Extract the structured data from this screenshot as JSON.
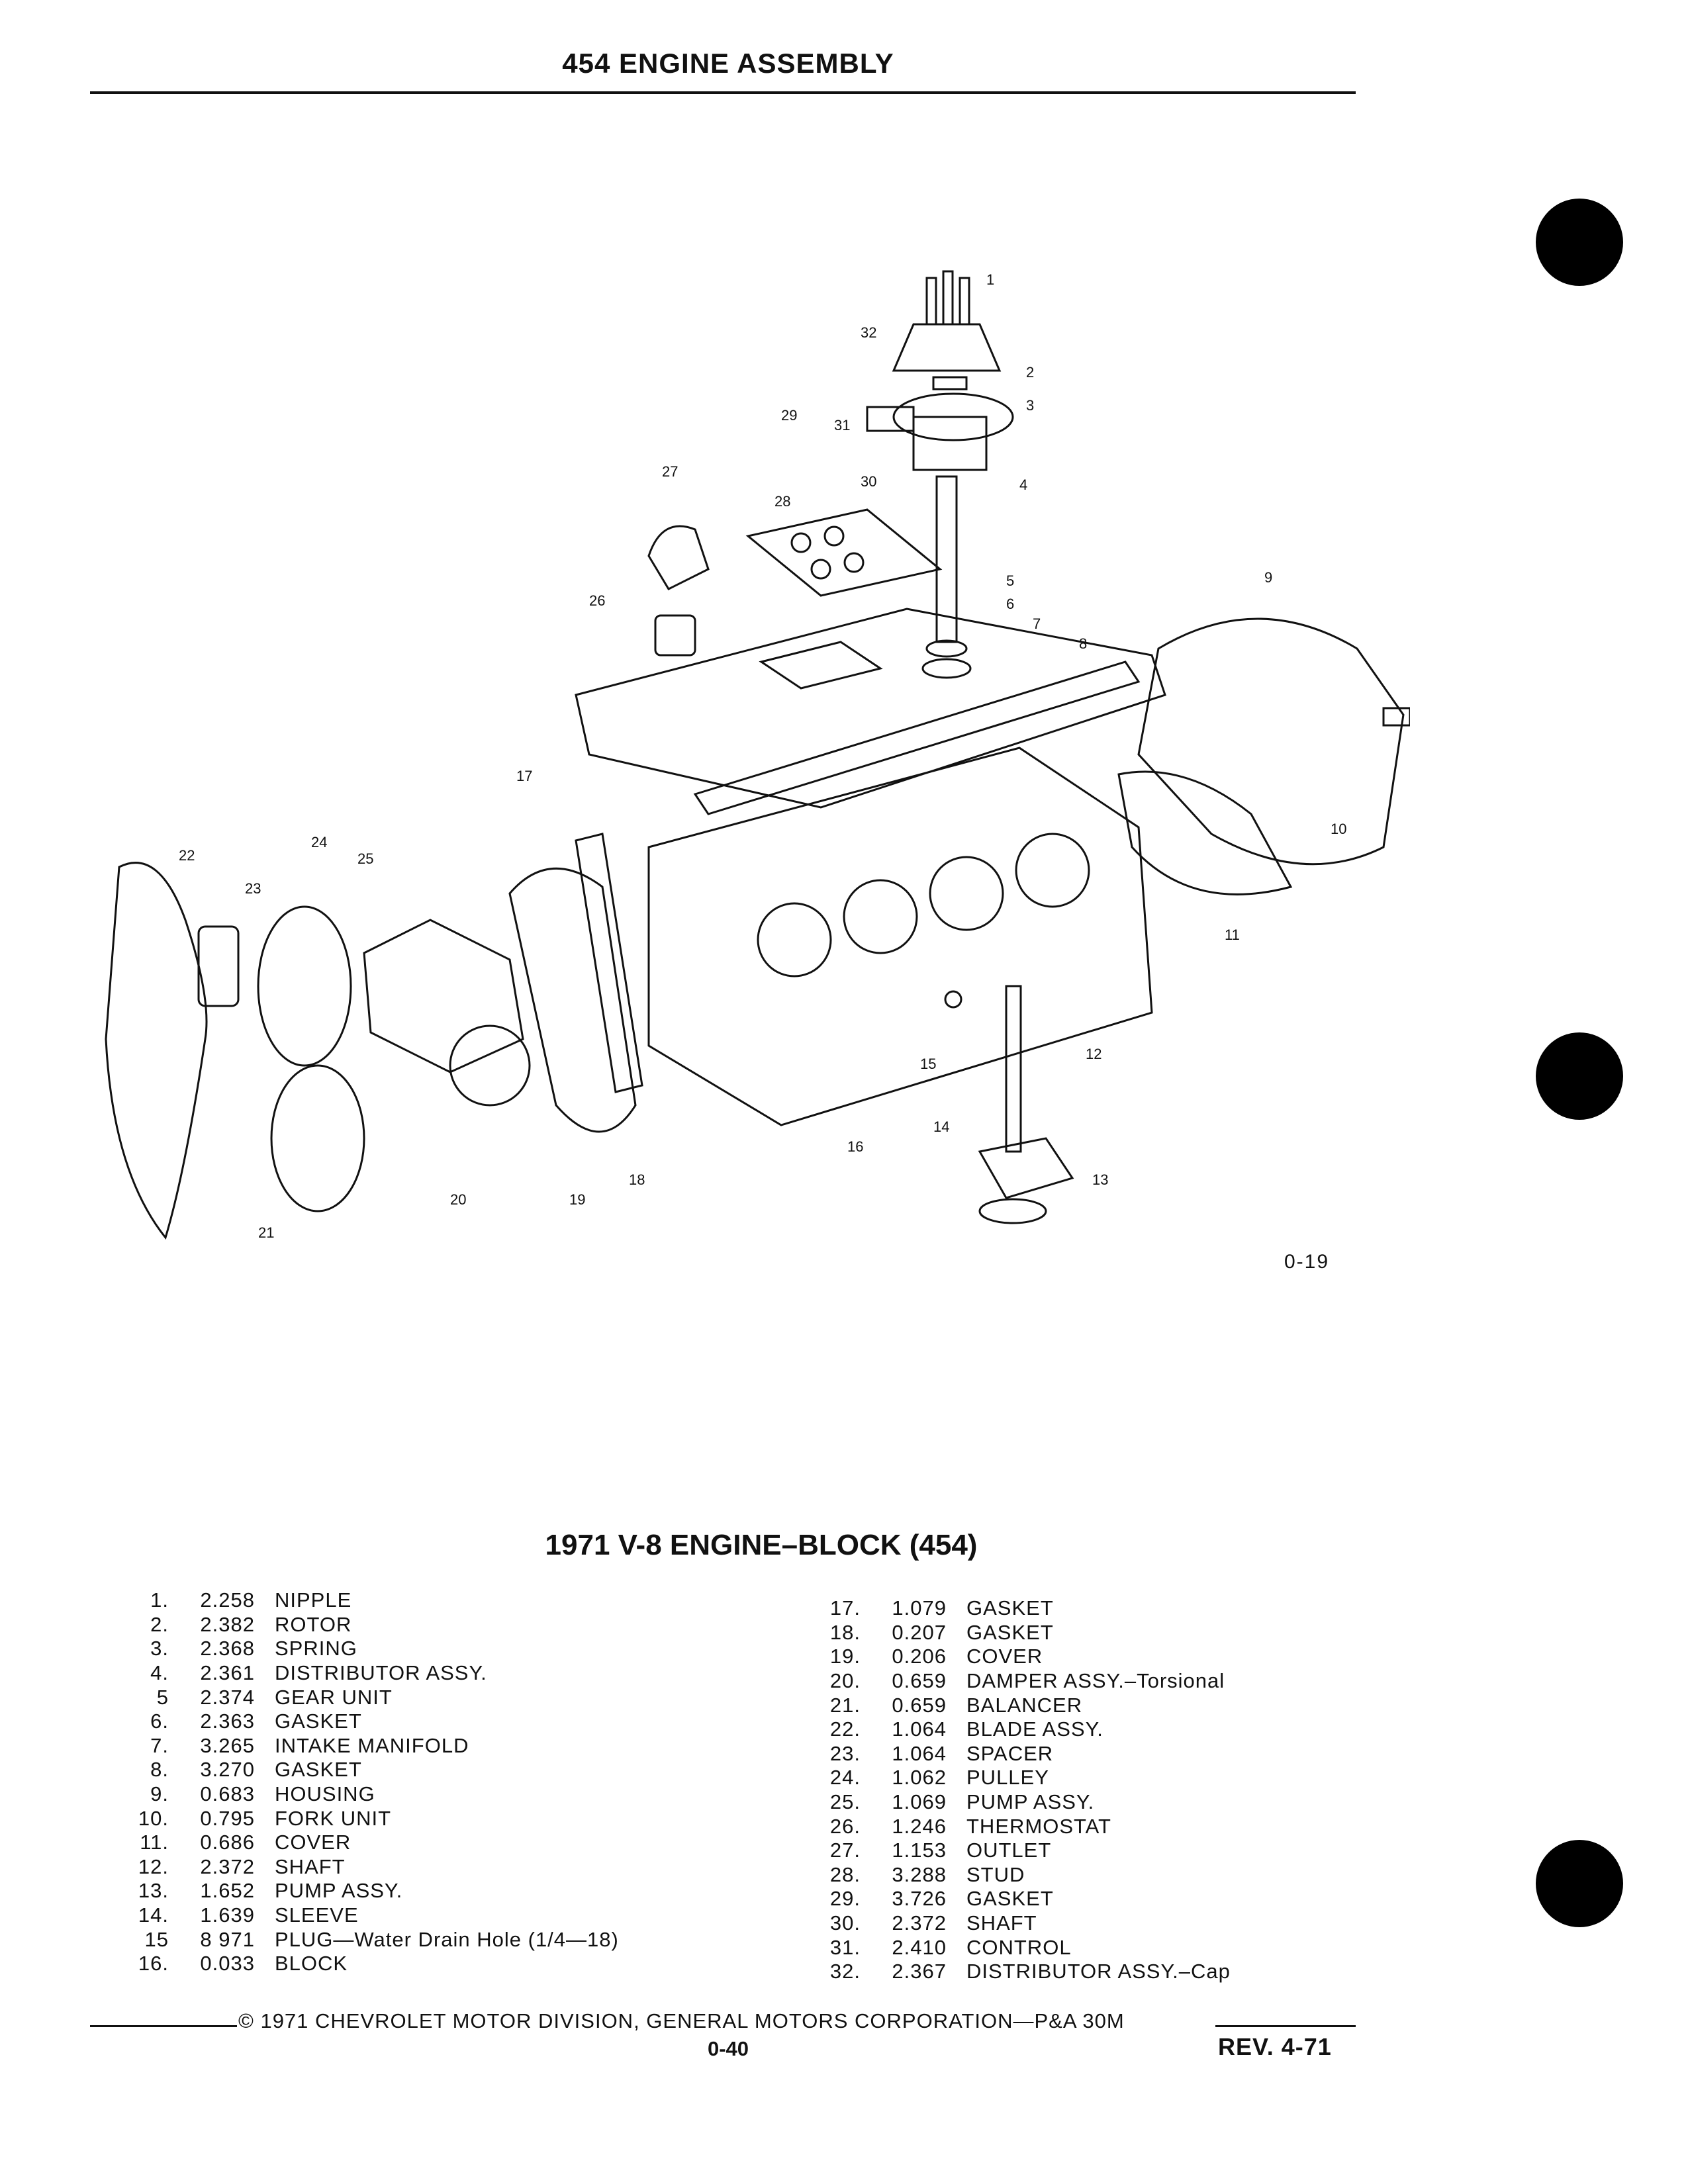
{
  "header": {
    "title": "454 ENGINE ASSEMBLY"
  },
  "figure": {
    "code": "0-19",
    "callouts": [
      "1",
      "2",
      "3",
      "4",
      "5",
      "6",
      "7",
      "8",
      "9",
      "10",
      "11",
      "12",
      "13",
      "14",
      "15",
      "16",
      "17",
      "18",
      "19",
      "20",
      "21",
      "22",
      "23",
      "24",
      "25",
      "26",
      "27",
      "28",
      "29",
      "30",
      "31",
      "32"
    ]
  },
  "parts_list": {
    "title": "1971 V-8 ENGINE–BLOCK (454)",
    "left_column": [
      {
        "num": "1.",
        "code": "2.258",
        "name": "NIPPLE"
      },
      {
        "num": "2.",
        "code": "2.382",
        "name": "ROTOR"
      },
      {
        "num": "3.",
        "code": "2.368",
        "name": "SPRING"
      },
      {
        "num": "4.",
        "code": "2.361",
        "name": "DISTRIBUTOR ASSY."
      },
      {
        "num": "5",
        "code": "2.374",
        "name": "GEAR UNIT"
      },
      {
        "num": "6.",
        "code": "2.363",
        "name": "GASKET"
      },
      {
        "num": "7.",
        "code": "3.265",
        "name": "INTAKE MANIFOLD"
      },
      {
        "num": "8.",
        "code": "3.270",
        "name": "GASKET"
      },
      {
        "num": "9.",
        "code": "0.683",
        "name": "HOUSING"
      },
      {
        "num": "10.",
        "code": "0.795",
        "name": "FORK UNIT"
      },
      {
        "num": "11.",
        "code": "0.686",
        "name": "COVER"
      },
      {
        "num": "12.",
        "code": "2.372",
        "name": "SHAFT"
      },
      {
        "num": "13.",
        "code": "1.652",
        "name": "PUMP ASSY."
      },
      {
        "num": "14.",
        "code": "1.639",
        "name": "SLEEVE"
      },
      {
        "num": "15",
        "code": "8 971",
        "name": "PLUG—Water Drain Hole (1/4—18)"
      },
      {
        "num": "16.",
        "code": "0.033",
        "name": "BLOCK"
      }
    ],
    "right_column": [
      {
        "num": "17.",
        "code": "1.079",
        "name": "GASKET"
      },
      {
        "num": "18.",
        "code": "0.207",
        "name": "GASKET"
      },
      {
        "num": "19.",
        "code": "0.206",
        "name": "COVER"
      },
      {
        "num": "20.",
        "code": "0.659",
        "name": "DAMPER ASSY.–Torsional"
      },
      {
        "num": "21.",
        "code": "0.659",
        "name": "BALANCER"
      },
      {
        "num": "22.",
        "code": "1.064",
        "name": "BLADE ASSY."
      },
      {
        "num": "23.",
        "code": "1.064",
        "name": "SPACER"
      },
      {
        "num": "24.",
        "code": "1.062",
        "name": "PULLEY"
      },
      {
        "num": "25.",
        "code": "1.069",
        "name": "PUMP ASSY."
      },
      {
        "num": "26.",
        "code": "1.246",
        "name": "THERMOSTAT"
      },
      {
        "num": "27.",
        "code": "1.153",
        "name": "OUTLET"
      },
      {
        "num": "28.",
        "code": "3.288",
        "name": "STUD"
      },
      {
        "num": "29.",
        "code": "3.726",
        "name": "GASKET"
      },
      {
        "num": "30.",
        "code": "2.372",
        "name": "SHAFT"
      },
      {
        "num": "31.",
        "code": "2.410",
        "name": "CONTROL"
      },
      {
        "num": "32.",
        "code": "2.367",
        "name": "DISTRIBUTOR ASSY.–Cap"
      }
    ]
  },
  "footer": {
    "copyright": "© 1971 CHEVROLET MOTOR DIVISION, GENERAL MOTORS CORPORATION—P&A 30M",
    "page_number": "0-40",
    "revision": "REV. 4-71"
  }
}
